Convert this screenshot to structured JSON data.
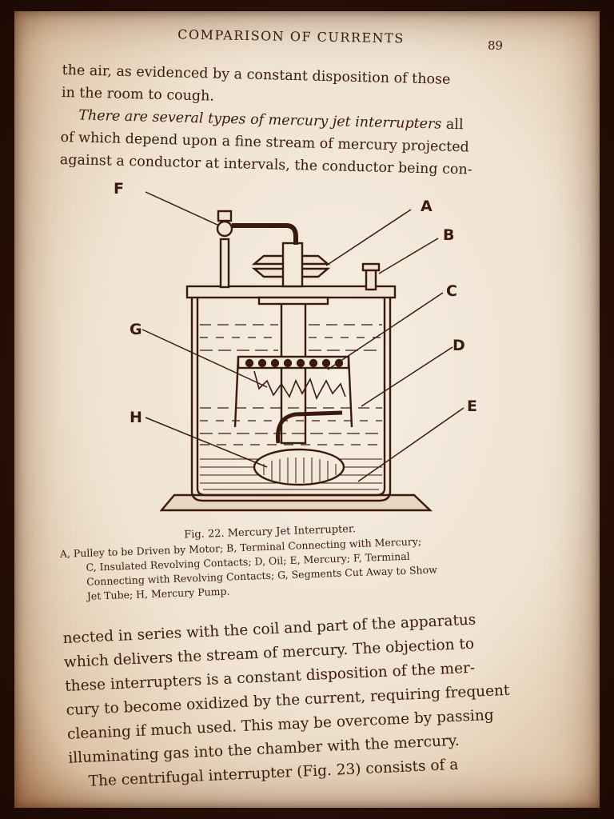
{
  "header": {
    "title": "COMPARISON OF CURRENTS",
    "page_number": "89"
  },
  "top_paragraph": {
    "lines": [
      "the air, as evidenced by a constant disposition of those",
      "in the room to cough."
    ],
    "para2_italic": "There are several types of mercury jet interrupters",
    "para2_rest": [
      " all",
      "of which depend upon a fine stream of mercury projected",
      "against a conductor at intervals, the conductor being con-"
    ]
  },
  "figure": {
    "labels": {
      "F": "F",
      "A": "A",
      "B": "B",
      "G": "G",
      "C": "C",
      "D": "D",
      "H": "H",
      "E": "E"
    },
    "caption_title": "Fig. 22.  Mercury Jet Interrupter.",
    "caption_lines": [
      "A, Pulley to be Driven by Motor; B, Terminal Connecting with Mercury;",
      "C, Insulated Revolving Contacts; D, Oil; E, Mercury; F, Terminal",
      "Connecting with Revolving Contacts; G, Segments Cut Away to Show",
      "Jet Tube; H, Mercury Pump."
    ]
  },
  "bottom_paragraph": {
    "lines": [
      "nected in series with the coil and part of the apparatus",
      "which delivers the stream of mercury.  The objection to",
      "these interrupters is a constant disposition of the mer-",
      "cury to become oxidized by the current, requiring frequent",
      "cleaning if much used.  This may be overcome by passing",
      "illuminating gas into the chamber with the mercury.",
      "The centrifugal interrupter (Fig. 23) consists of a"
    ]
  }
}
